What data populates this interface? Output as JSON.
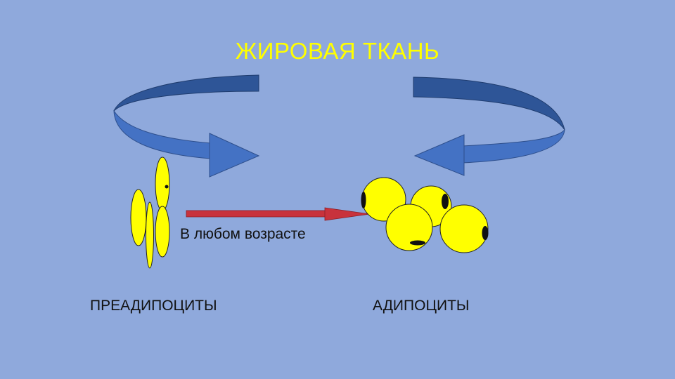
{
  "diagram": {
    "title": "ЖИРОВАЯ ТКАНЬ",
    "arrow_label": "В любом возрасте",
    "left_label": "ПРЕАДИПОЦИТЫ",
    "right_label": "АДИПОЦИТЫ"
  },
  "colors": {
    "background": "#8fa9dc",
    "title": "#ffff00",
    "arc_top": "#2e5597",
    "arc_front": "#4472c4",
    "cell_fill": "#ffff00",
    "nucleus": "#000000",
    "transition_arrow": "#c8323c"
  }
}
